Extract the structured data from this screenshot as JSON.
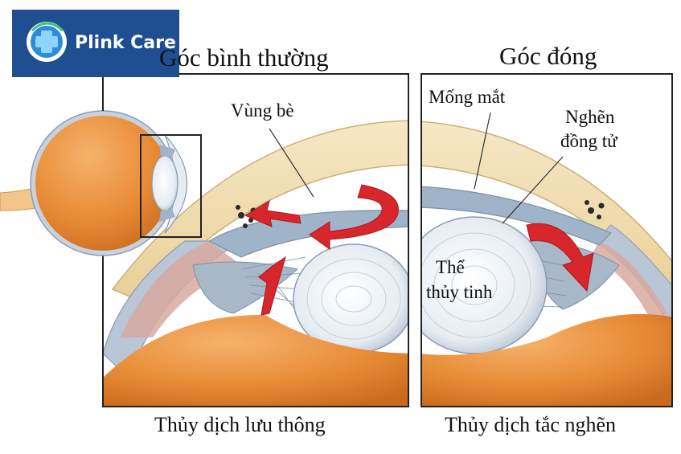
{
  "brand": {
    "name": "Plink Care"
  },
  "panels": {
    "left": {
      "title": "Góc bình thường",
      "caption": "Thủy dịch lưu thông",
      "label_trabecular": "Vùng bè"
    },
    "right": {
      "title": "Góc đóng",
      "caption": "Thủy dịch tắc nghẽn",
      "label_iris": "Mống mắt",
      "label_block_line1": "Nghẽn",
      "label_block_line2": "đồng tử",
      "label_lens_line1": "Thể",
      "label_lens_line2": "thủy tinh"
    }
  },
  "colors": {
    "brand_blue": "#1f4f91",
    "arrow_red": "#d8262c",
    "orange": "#e78a35",
    "cornea": "#f0dcae",
    "tissue_blue": "#9fb3c9"
  }
}
